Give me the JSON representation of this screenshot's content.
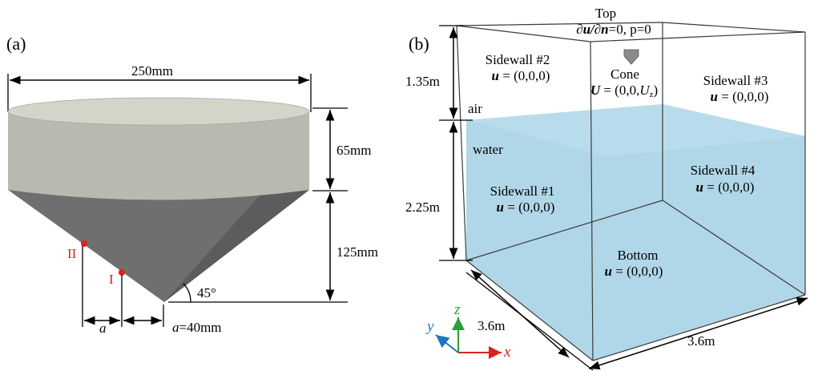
{
  "panel_a": {
    "label": "(a)",
    "diameter": "250mm",
    "cyl_height": "65mm",
    "cone_height": "125mm",
    "angle": "45°",
    "point_1": "I",
    "point_2": "II",
    "a_symbol": "a",
    "a_value": "=40mm",
    "colors": {
      "cylinder": "#b9b9b1",
      "cone": "#6f6f6f",
      "marker": "#e0201a"
    }
  },
  "panel_b": {
    "label": "(b)",
    "top_title": "Top",
    "top_bc_u": "∂u/∂n",
    "top_bc_rest": "=0, p=0",
    "air_height": "1.35m",
    "water_height": "2.25m",
    "air": "air",
    "water": "water",
    "cone_title": "Cone",
    "cone_bc_U": "U",
    "cone_bc_rest": " = (0,0,",
    "cone_bc_uz": "U",
    "cone_bc_z": "z",
    "cone_bc_close": ")",
    "u_symbol": "u",
    "zero_vec": " = (0,0,0)",
    "sidewall1": "Sidewall #1",
    "sidewall2": "Sidewall #2",
    "sidewall3": "Sidewall #3",
    "sidewall4": "Sidewall #4",
    "bottom": "Bottom",
    "depth": "3.6m",
    "width": "3.6m",
    "axis_x": "x",
    "axis_y": "y",
    "axis_z": "z",
    "colors": {
      "water": "#a7d3e6",
      "water_top": "#b8dcec",
      "axis_x": "#d9251d",
      "axis_y": "#1e74c0",
      "axis_z": "#2e9d3a"
    }
  }
}
